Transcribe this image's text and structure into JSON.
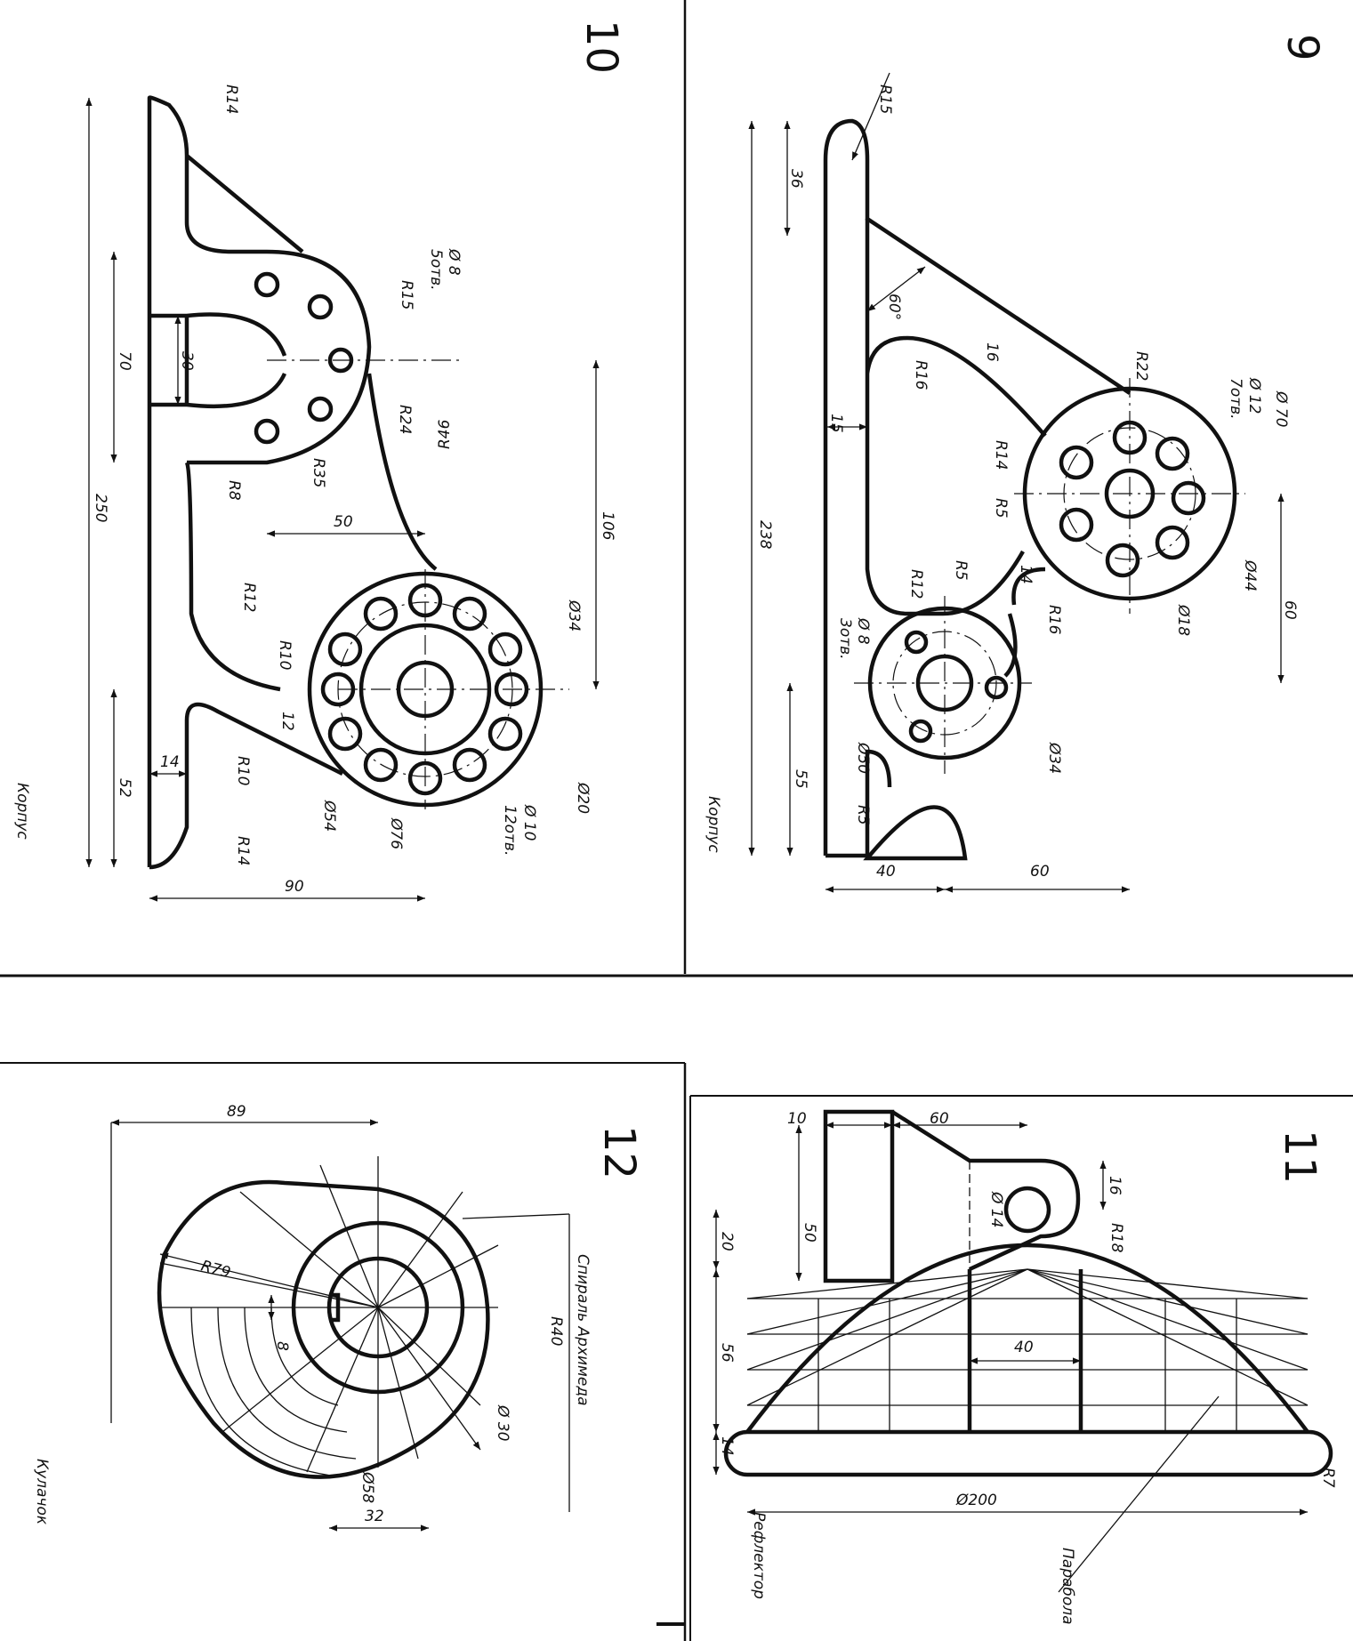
{
  "panel_9": {
    "number": "9",
    "title": "Корпус",
    "dims": {
      "r15": "R15",
      "d36": "36",
      "a60": "60°",
      "d16": "16",
      "r22": "R22",
      "d12": "Ø 12",
      "h7": "7отв.",
      "d70": "Ø 70",
      "r16a": "R16",
      "d15": "15",
      "r14": "R14",
      "r5a": "R5",
      "d238": "238",
      "d44": "Ø44",
      "r5b": "R5",
      "d14": "14",
      "r12": "R12",
      "d8": "Ø 8",
      "h3": "3отв.",
      "r16b": "R16",
      "d18": "Ø18",
      "d60v": "60",
      "d50": "Ø50",
      "d34": "Ø34",
      "d55": "55",
      "r5c": "R5",
      "d40": "40",
      "d60h": "60"
    }
  },
  "panel_10": {
    "number": "10",
    "title": "Корпус",
    "dims": {
      "r14a": "R14",
      "d8": "Ø 8",
      "h5": "5отв.",
      "r15": "R15",
      "d70": "70",
      "d30": "30",
      "r24": "R24",
      "r35": "R35",
      "r46": "R46",
      "r8": "R8",
      "d250": "250",
      "d50": "50",
      "d106": "106",
      "r12": "R12",
      "d34": "Ø34",
      "r10a": "R10",
      "d12": "12",
      "r10b": "R10",
      "d14": "14",
      "d52": "52",
      "r14b": "R14",
      "d54": "Ø54",
      "d76": "Ø76",
      "d10": "Ø 10",
      "h12": "12отв.",
      "d20": "Ø20",
      "d90": "90"
    }
  },
  "panel_11": {
    "number": "11",
    "title": "Рефлектор",
    "dims": {
      "d10": "10",
      "d60": "60",
      "d16": "16",
      "d14": "Ø 14",
      "r18": "R18",
      "d50": "50",
      "d20": "20",
      "d56": "56",
      "d40": "40",
      "d14h": "14",
      "d200": "Ø200",
      "r7": "R7",
      "parabola": "Парабола"
    }
  },
  "panel_12": {
    "number": "12",
    "title": "Кулачок",
    "dims": {
      "d89": "89",
      "spiral": "Спираль Архимеда",
      "r79": "R79",
      "r40": "R40",
      "d8": "8",
      "d30": "Ø 30",
      "d58": "Ø58",
      "d32": "32"
    }
  },
  "colors": {
    "ink": "#111111",
    "paper": "#ffffff"
  }
}
